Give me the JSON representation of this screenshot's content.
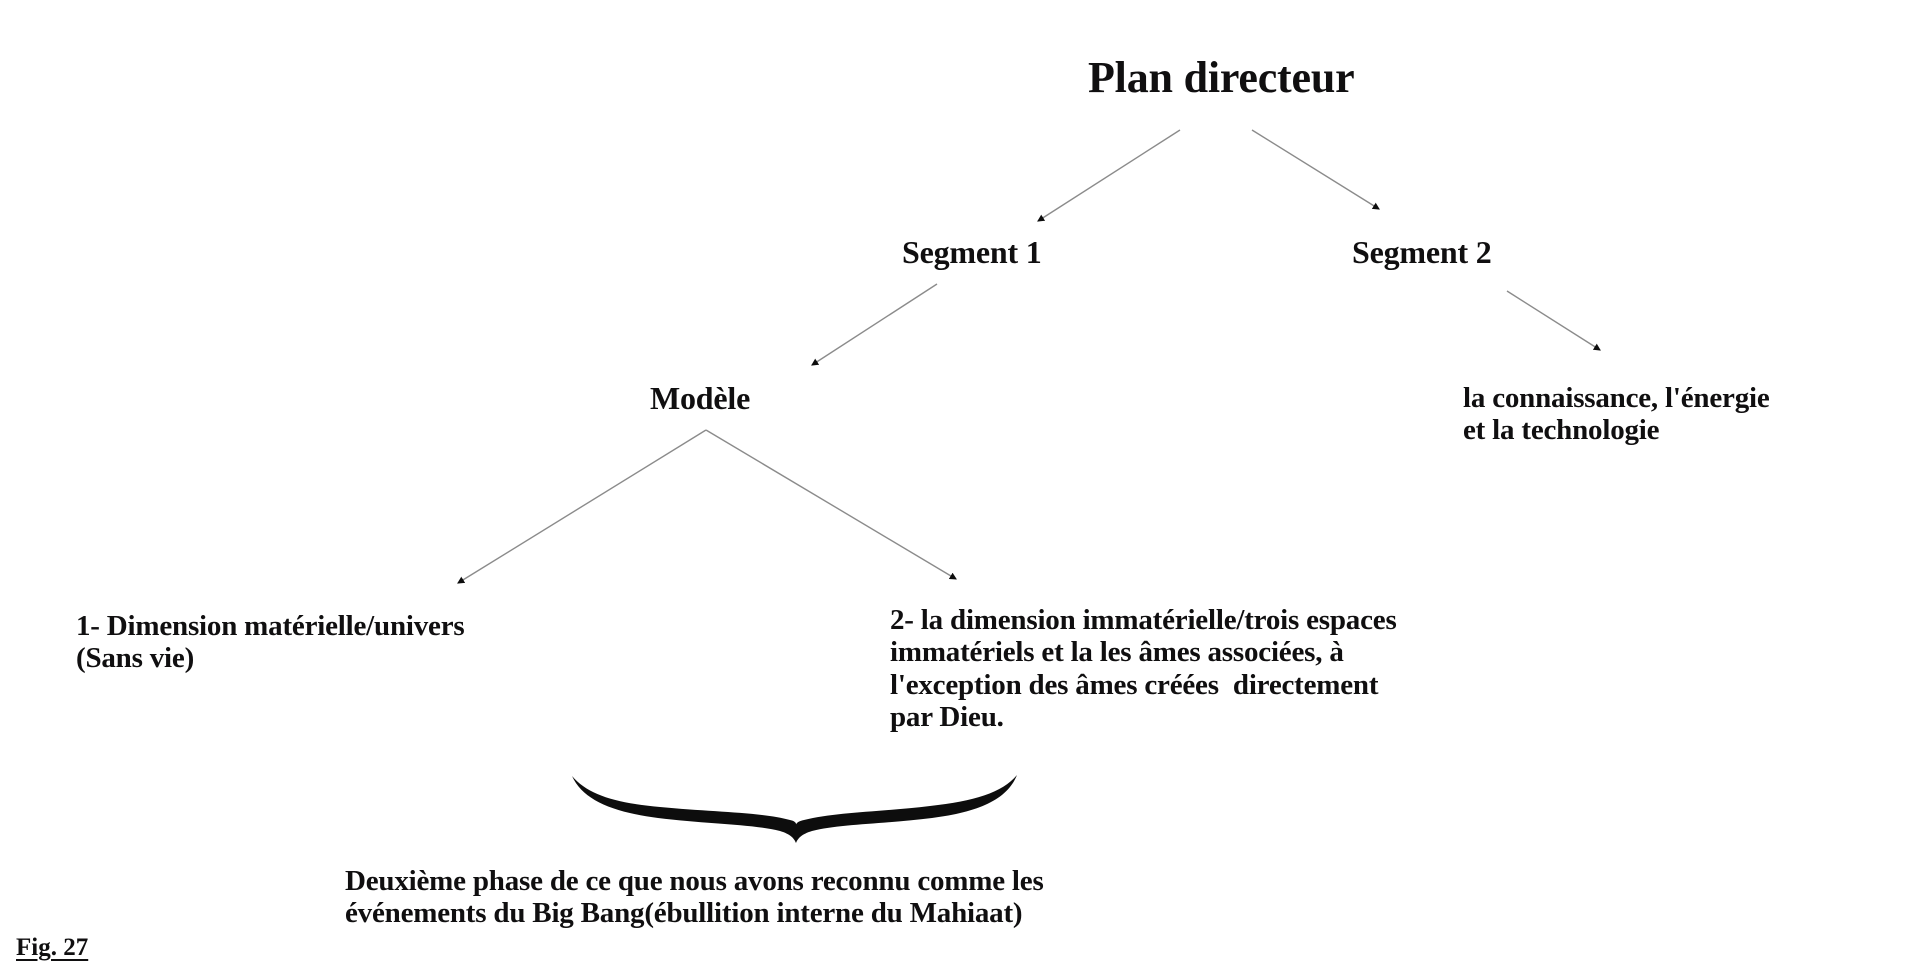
{
  "figure": {
    "label": "Fig. 27",
    "background_color": "#ffffff",
    "text_color": "#100f10",
    "connector_color": "#8b8b8b",
    "brace_color": "#0d0d0d"
  },
  "diagram": {
    "type": "tree",
    "root": {
      "id": "plan-directeur",
      "label": "Plan directeur"
    },
    "nodes": [
      {
        "id": "segment-1",
        "label": "Segment 1",
        "parent": "plan-directeur"
      },
      {
        "id": "segment-2",
        "label": "Segment 2",
        "parent": "plan-directeur"
      },
      {
        "id": "modele",
        "label": "Modèle",
        "parent": "segment-1"
      },
      {
        "id": "knowledge",
        "label": "la connaissance, l'énergie\net la technologie",
        "parent": "segment-2"
      },
      {
        "id": "dimension-1",
        "label": "1- Dimension matérielle/univers\n(Sans vie)",
        "parent": "modele"
      },
      {
        "id": "dimension-2",
        "label": "2- la dimension immatérielle/trois espaces\nimmatériels et la les âmes associées, à\nl'exception des âmes créées  directement\npar Dieu.",
        "parent": "modele"
      }
    ],
    "edges": [
      {
        "from": "plan-directeur",
        "to": "segment-1"
      },
      {
        "from": "plan-directeur",
        "to": "segment-2"
      },
      {
        "from": "segment-1",
        "to": "modele"
      },
      {
        "from": "segment-2",
        "to": "knowledge"
      },
      {
        "from": "modele",
        "to": "dimension-1"
      },
      {
        "from": "modele",
        "to": "dimension-2"
      }
    ],
    "brace": {
      "name": "underbrace",
      "spans": [
        "dimension-1",
        "dimension-2"
      ]
    },
    "caption": "Deuxième phase de ce que nous avons reconnu comme les\névénements du Big Bang(ébullition interne du Mahiaat)"
  }
}
